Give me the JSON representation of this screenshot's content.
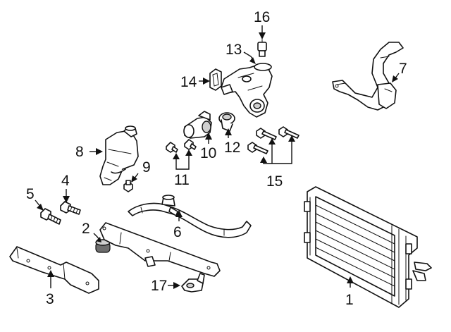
{
  "callouts": [
    {
      "id": "1",
      "text": "1"
    },
    {
      "id": "2",
      "text": "2"
    },
    {
      "id": "3",
      "text": "3"
    },
    {
      "id": "4",
      "text": "4"
    },
    {
      "id": "5",
      "text": "5"
    },
    {
      "id": "6",
      "text": "6"
    },
    {
      "id": "7",
      "text": "7"
    },
    {
      "id": "8",
      "text": "8"
    },
    {
      "id": "9",
      "text": "9"
    },
    {
      "id": "10",
      "text": "10"
    },
    {
      "id": "11",
      "text": "11"
    },
    {
      "id": "12",
      "text": "12"
    },
    {
      "id": "13",
      "text": "13"
    },
    {
      "id": "14",
      "text": "14"
    },
    {
      "id": "15",
      "text": "15"
    },
    {
      "id": "16",
      "text": "16"
    },
    {
      "id": "17",
      "text": "17"
    }
  ],
  "colors": {
    "line": "#111111",
    "fill": "#ffffff",
    "shade": "#cfcfcf"
  }
}
